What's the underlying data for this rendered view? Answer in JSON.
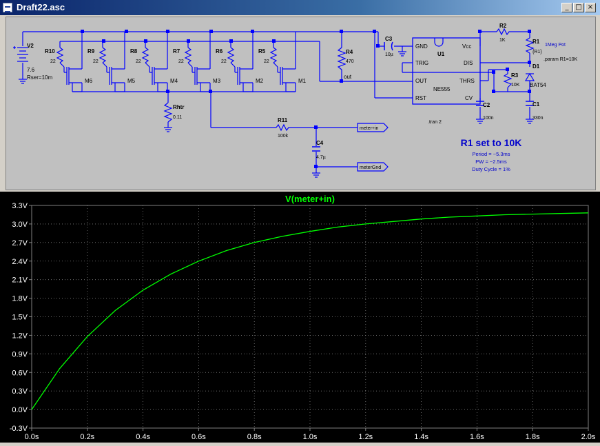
{
  "window": {
    "title": "Draft22.asc",
    "minimize_label": "_",
    "maximize_label": "□",
    "close_label": "×"
  },
  "schematic": {
    "v2": {
      "name": "V2",
      "value": "7.6",
      "rser": "Rser=10m"
    },
    "gate_resistors": [
      {
        "name": "R10",
        "value": "22"
      },
      {
        "name": "R9",
        "value": "22"
      },
      {
        "name": "R8",
        "value": "22"
      },
      {
        "name": "R7",
        "value": "22"
      },
      {
        "name": "R6",
        "value": "22"
      },
      {
        "name": "R5",
        "value": "22"
      }
    ],
    "mosfets": [
      "M6",
      "M5",
      "M4",
      "M3",
      "M2",
      "M1"
    ],
    "rhtr": {
      "name": "Rhtr",
      "value": "0.11"
    },
    "r4": {
      "name": "R4",
      "value": "470"
    },
    "out_label": "out",
    "r11": {
      "name": "R11",
      "value": "100k"
    },
    "c4": {
      "name": "C4",
      "value": "4.7µ"
    },
    "c3": {
      "name": "C3",
      "value": "10µ"
    },
    "u1": {
      "name": "U1",
      "part": "NE555",
      "pins": {
        "gnd": "GND",
        "vcc": "Vcc",
        "trig": "TRIG",
        "dis": "DIS",
        "out": "OUT",
        "thrs": "THRS",
        "rst": "RST",
        "cv": "CV"
      }
    },
    "c2": {
      "name": "C2",
      "value": "100n"
    },
    "r2": {
      "name": "R2",
      "value": "1K"
    },
    "r1": {
      "name": "R1",
      "value": "{R1}"
    },
    "pot_note": "1Meg Pot",
    "param": ".param R1=10K",
    "r3": {
      "name": "R3",
      "value": "10K"
    },
    "d1": {
      "name": "D1",
      "value": "BAT54"
    },
    "c1": {
      "name": "C1",
      "value": "330n"
    },
    "tran": ".tran 2",
    "meter_in": "meter+in",
    "meter_gnd": "meterGnd",
    "annotation": {
      "headline": "R1 set to 10K",
      "period": "Period = ~5.3ms",
      "pw": "PW = ~2.5ms",
      "duty": "Duty Cycle = 1%"
    },
    "colors": {
      "wire": "#0000ff",
      "background": "#c0c0c0",
      "junction": "#0000ff",
      "headline": "#0000cc"
    }
  },
  "plot": {
    "title": "V(meter+in)",
    "trace_color": "#00ff00",
    "chart_data": {
      "type": "line",
      "title": "V(meter+in)",
      "x": [
        0.0,
        0.1,
        0.2,
        0.3,
        0.4,
        0.5,
        0.6,
        0.7,
        0.8,
        0.9,
        1.0,
        1.1,
        1.2,
        1.3,
        1.4,
        1.5,
        1.6,
        1.7,
        1.8,
        1.9,
        2.0
      ],
      "series": [
        {
          "values": [
            0.0,
            0.66,
            1.18,
            1.6,
            1.93,
            2.19,
            2.4,
            2.57,
            2.7,
            2.8,
            2.88,
            2.95,
            3.0,
            3.04,
            3.08,
            3.11,
            3.13,
            3.15,
            3.16,
            3.17,
            3.18
          ]
        }
      ],
      "xlim": [
        0.0,
        2.0
      ],
      "ylim": [
        -0.3,
        3.3
      ],
      "x_ticks": [
        "0.0s",
        "0.2s",
        "0.4s",
        "0.6s",
        "0.8s",
        "1.0s",
        "1.2s",
        "1.4s",
        "1.6s",
        "1.8s",
        "2.0s"
      ],
      "y_ticks": [
        "3.3V",
        "3.0V",
        "2.7V",
        "2.4V",
        "2.1V",
        "1.8V",
        "1.5V",
        "1.2V",
        "0.9V",
        "0.6V",
        "0.3V",
        "0.0V",
        "-0.3V"
      ],
      "grid": true,
      "grid_style": "dotted"
    }
  }
}
